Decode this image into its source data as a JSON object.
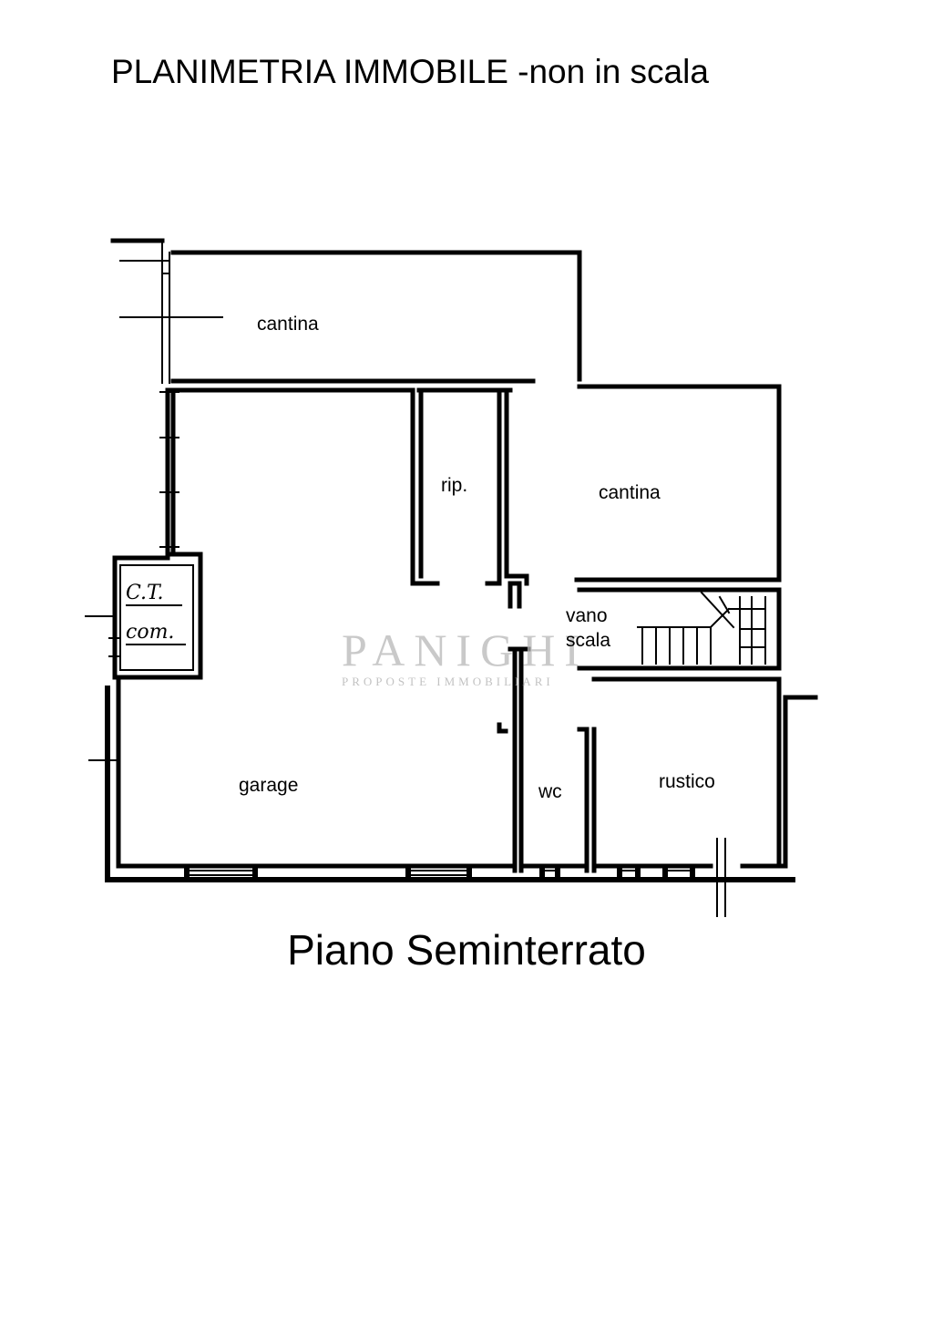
{
  "header": {
    "title": "PLANIMETRIA IMMOBILE -non in scala"
  },
  "floor": {
    "title": "Piano Seminterrato"
  },
  "rooms": {
    "cantina_top": "cantina",
    "rip": "rip.",
    "cantina_right": "cantina",
    "vano": "vano",
    "scala": "scala",
    "ct": "C.T.",
    "com": "com.",
    "garage": "garage",
    "wc": "wc",
    "rustico": "rustico"
  },
  "watermark": {
    "brand": "PANIGHI",
    "tagline": "PROPOSTE IMMOBILIARI"
  }
}
